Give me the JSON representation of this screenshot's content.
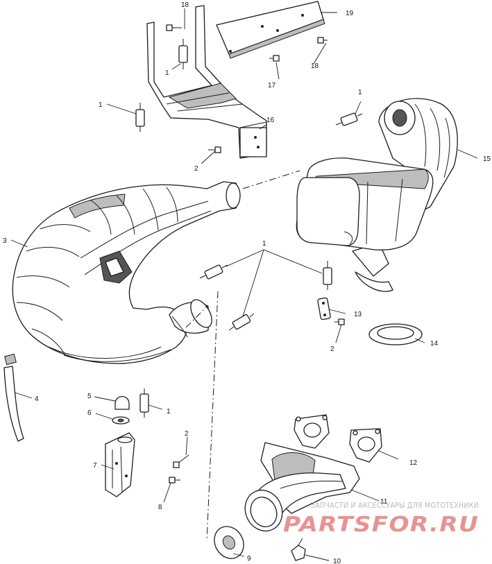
{
  "labels": {
    "l1a": "1",
    "l1b": "1",
    "l1c": "1",
    "l1d": "1",
    "l1e": "1",
    "l2a": "2",
    "l2b": "2",
    "l2c": "2",
    "l3": "3",
    "l4": "4",
    "l5": "5",
    "l6": "6",
    "l7": "7",
    "l8": "8",
    "l9": "9",
    "l10": "10",
    "l11": "11",
    "l12": "12",
    "l13": "13",
    "l14": "14",
    "l15": "15",
    "l16": "16",
    "l17": "17",
    "l18a": "18",
    "l18b": "18",
    "l19": "19"
  },
  "watermark": {
    "tagline": "ЗАПЧАСТИ И АКСЕССУАРЫ ДЛЯ МОТОТЕХНИКИ",
    "logo": "PARTSFOR.RU"
  }
}
